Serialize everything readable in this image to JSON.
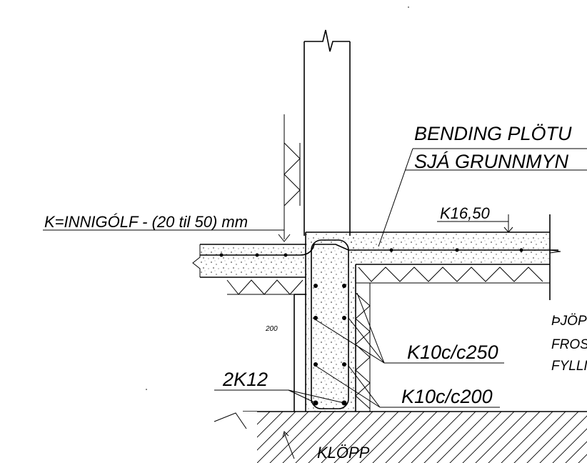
{
  "labels": {
    "bending_line1": "BENDING PLÖTU",
    "bending_line2": "SJÁ GRUNNMYN",
    "floor_level": "K=INNIGÓLF - (20 til 50) mm",
    "level_k1650": "K16,50",
    "dim_200": "200",
    "rebar_k10c250": "K10c/c250",
    "rebar_k10c200": "K10c/c200",
    "rebar_2k12": "2K12",
    "klopp": "KLÖPP",
    "right_text1": "ÞJÖP",
    "right_text2": "FROS",
    "right_text3": "FYLLI"
  },
  "colors": {
    "ink": "#000000",
    "paper": "#ffffff"
  }
}
